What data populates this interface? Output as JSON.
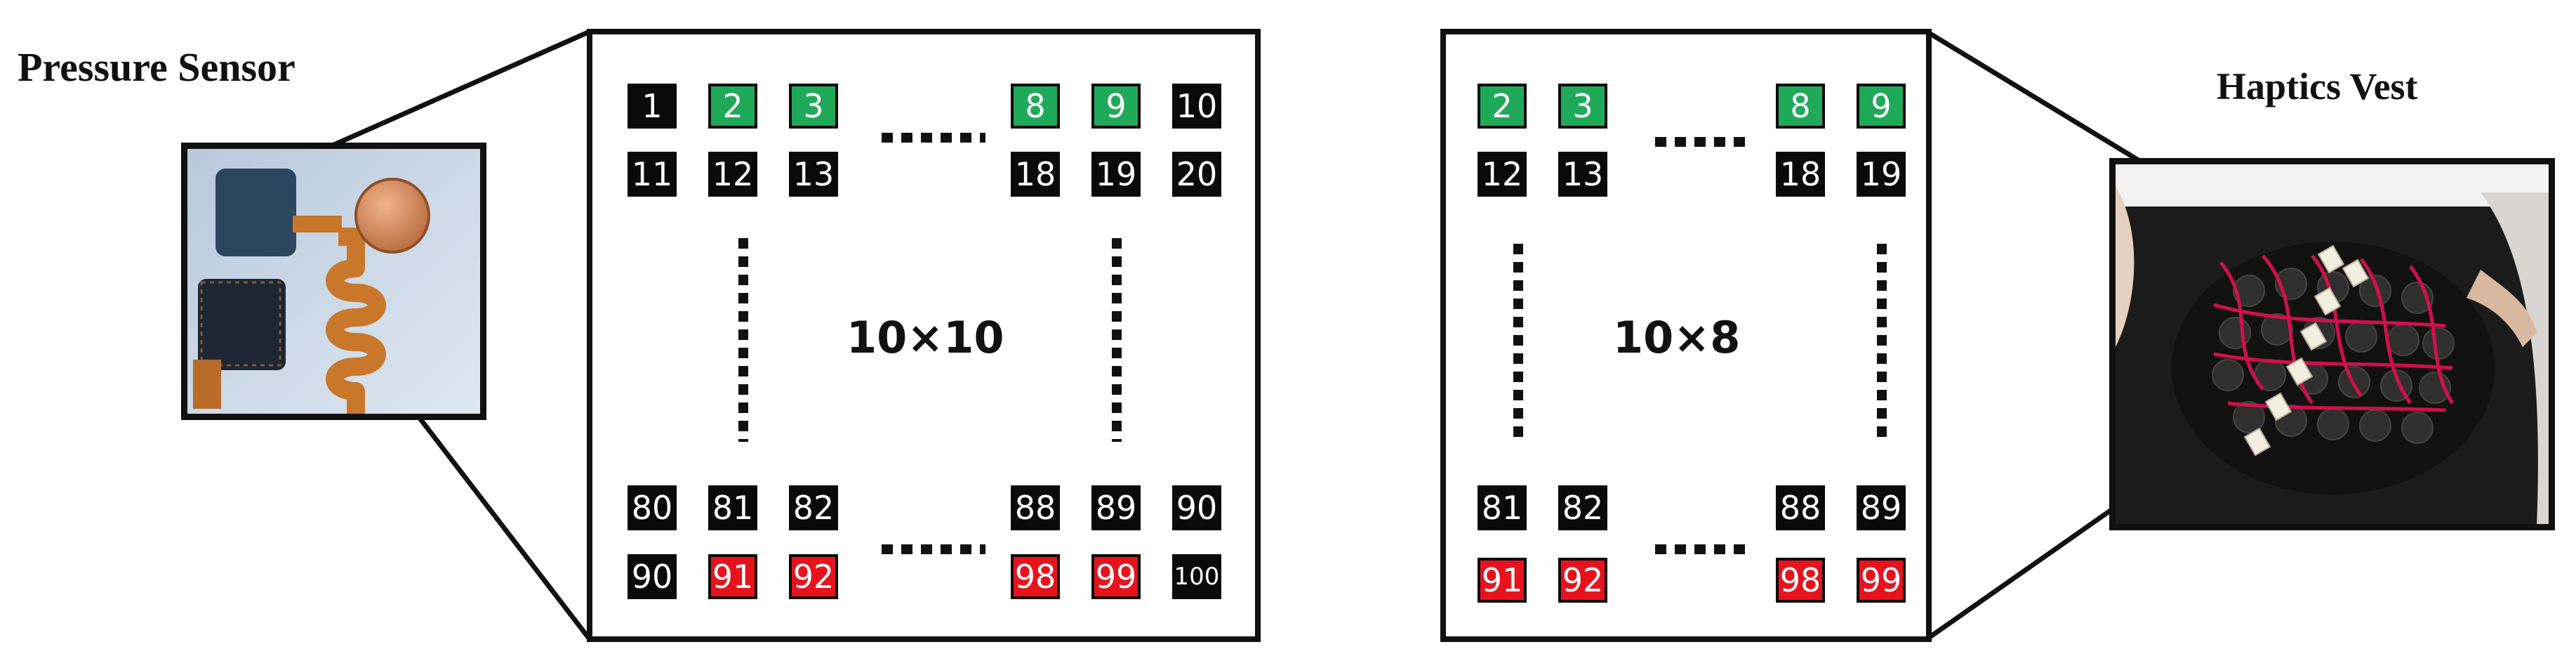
{
  "labels": {
    "pressure_sensor": "Pressure Sensor",
    "haptics_vest": "Haptics Vest"
  },
  "left_panel": {
    "dimension": "10×10",
    "top_row_1": [
      {
        "text": "1",
        "color": "black"
      },
      {
        "text": "2",
        "color": "green"
      },
      {
        "text": "3",
        "color": "green"
      },
      {
        "text": "8",
        "color": "green"
      },
      {
        "text": "9",
        "color": "green"
      },
      {
        "text": "10",
        "color": "black"
      }
    ],
    "top_row_2": [
      {
        "text": "11",
        "color": "black"
      },
      {
        "text": "12",
        "color": "black"
      },
      {
        "text": "13",
        "color": "black"
      },
      {
        "text": "18",
        "color": "black"
      },
      {
        "text": "19",
        "color": "black"
      },
      {
        "text": "20",
        "color": "black"
      }
    ],
    "bottom_row_1": [
      {
        "text": "80",
        "color": "black"
      },
      {
        "text": "81",
        "color": "black"
      },
      {
        "text": "82",
        "color": "black"
      },
      {
        "text": "88",
        "color": "black"
      },
      {
        "text": "89",
        "color": "black"
      },
      {
        "text": "90",
        "color": "black"
      }
    ],
    "bottom_row_2": [
      {
        "text": "90",
        "color": "black"
      },
      {
        "text": "91",
        "color": "red"
      },
      {
        "text": "92",
        "color": "red"
      },
      {
        "text": "98",
        "color": "red"
      },
      {
        "text": "99",
        "color": "red"
      },
      {
        "text": "100",
        "color": "black"
      }
    ]
  },
  "right_panel": {
    "dimension": "10×8",
    "top_row_1": [
      {
        "text": "2",
        "color": "green"
      },
      {
        "text": "3",
        "color": "green"
      },
      {
        "text": "8",
        "color": "green"
      },
      {
        "text": "9",
        "color": "green"
      }
    ],
    "top_row_2": [
      {
        "text": "12",
        "color": "black"
      },
      {
        "text": "13",
        "color": "black"
      },
      {
        "text": "18",
        "color": "black"
      },
      {
        "text": "19",
        "color": "black"
      }
    ],
    "bottom_row_1": [
      {
        "text": "81",
        "color": "black"
      },
      {
        "text": "82",
        "color": "black"
      },
      {
        "text": "88",
        "color": "black"
      },
      {
        "text": "89",
        "color": "black"
      }
    ],
    "bottom_row_2": [
      {
        "text": "91",
        "color": "red"
      },
      {
        "text": "92",
        "color": "red"
      },
      {
        "text": "98",
        "color": "red"
      },
      {
        "text": "99",
        "color": "red"
      }
    ]
  },
  "colors": {
    "black": "#0a0a0a",
    "green": "#1faa59",
    "red": "#e8121d"
  }
}
